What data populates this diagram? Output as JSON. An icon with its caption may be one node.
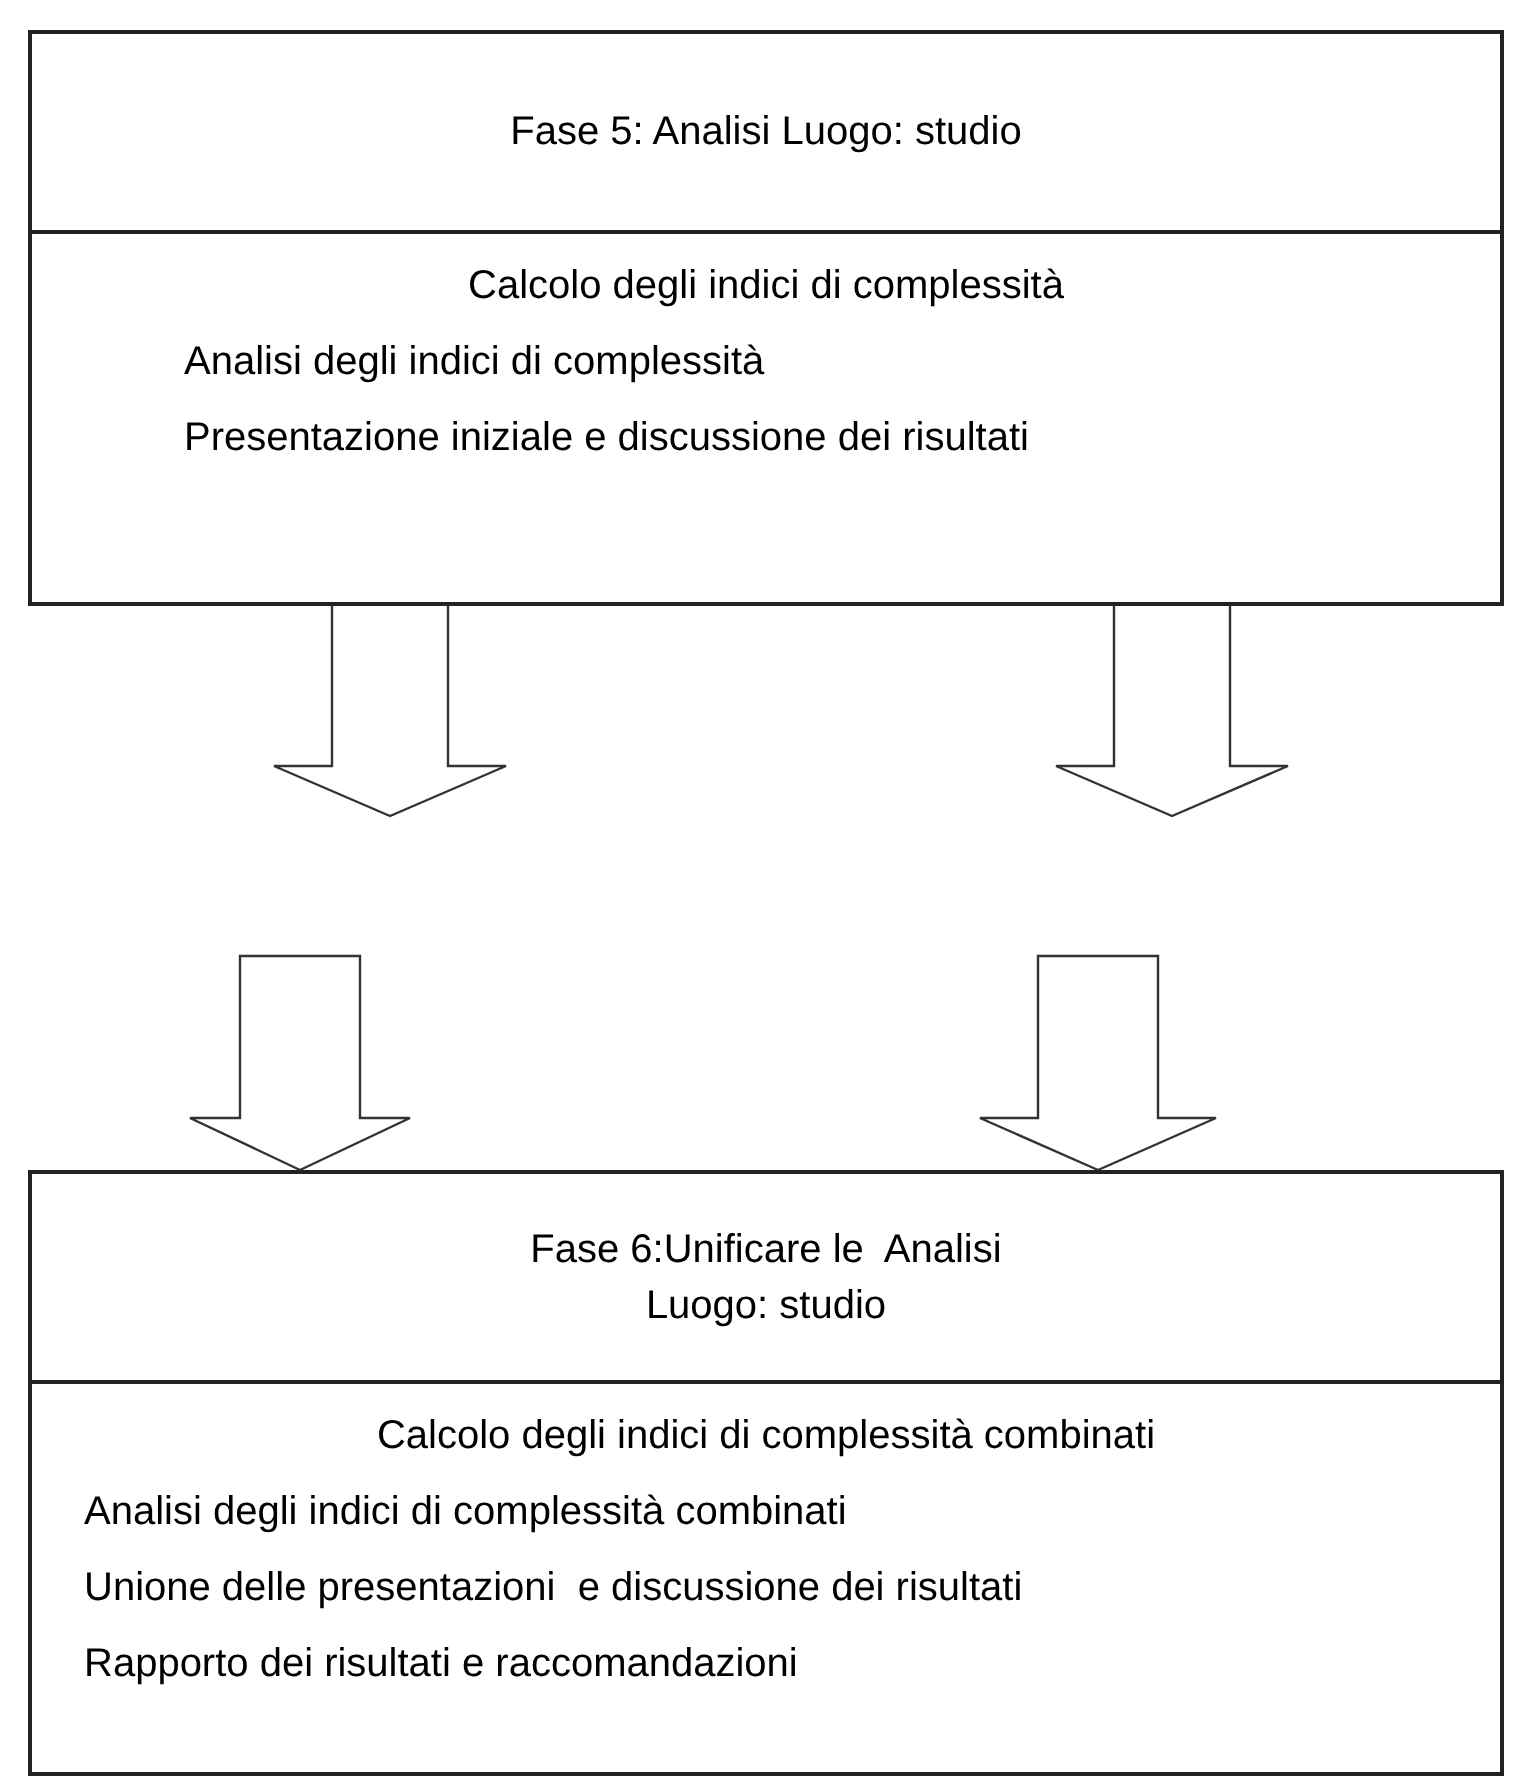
{
  "diagram": {
    "nodes": [
      {
        "text": [
          "Fase 5: Analisi Luogo: studio",
          "Calcolo degli indici di complessità",
          "Analisi degli indici di complessità",
          "Presentazione iniziale e discussione dei risultati"
        ]
      },
      {
        "text": [
          "Fase 6:Unificare le  Analisi Luogo: studio",
          "Calcolo degli indici di complessità combinati",
          "Analisi degli indici di complessità combinati",
          "Unione delle presentazioni  e discussione dei risultati",
          "Rapporto dei risultati e raccomandazioni"
        ]
      }
    ],
    "edges": [
      {
        "from": 0,
        "to": null,
        "arrow": "to"
      },
      {
        "from": 0,
        "to": null,
        "arrow": "to"
      },
      {
        "from": null,
        "to": 1,
        "arrow": "to"
      },
      {
        "from": null,
        "to": 1,
        "arrow": "to"
      }
    ]
  }
}
